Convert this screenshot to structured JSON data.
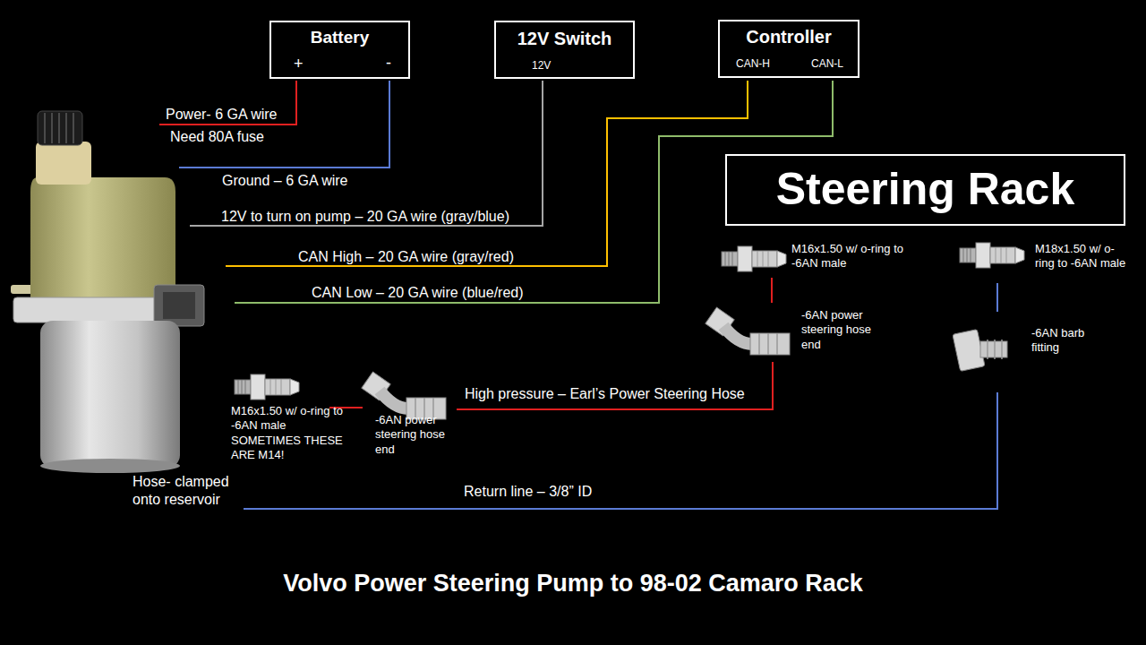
{
  "diagram": {
    "title": "Volvo Power Steering Pump to 98-02 Camaro Rack",
    "nodes": [
      {
        "text": [
          "Battery",
          "+",
          "-"
        ]
      },
      {
        "text": [
          "12V Switch",
          "12V"
        ]
      },
      {
        "text": [
          "Controller",
          "CAN-H",
          "CAN-L"
        ]
      },
      {
        "text": [
          "Steering Rack"
        ]
      }
    ],
    "labels": [
      "Power- 6 GA wire",
      "Need 80A fuse",
      "Ground – 6 GA wire",
      "12V to turn on pump – 20 GA wire (gray/blue)",
      "CAN High – 20 GA wire (gray/red)",
      "CAN Low – 20 GA wire (blue/red)",
      "M16x1.50 w/ o-ring to -6AN male",
      "M18x1.50 w/ o-ring to -6AN male",
      "-6AN power steering hose end",
      "-6AN barb fitting",
      "High pressure – Earl’s Power Steering Hose",
      "M16x1.50 w/ o-ring to -6AN male SOMETIMES THESE ARE M14!",
      "-6AN power steering hose end",
      "Hose- clamped onto reservoir",
      "Return line – 3/8” ID"
    ]
  }
}
